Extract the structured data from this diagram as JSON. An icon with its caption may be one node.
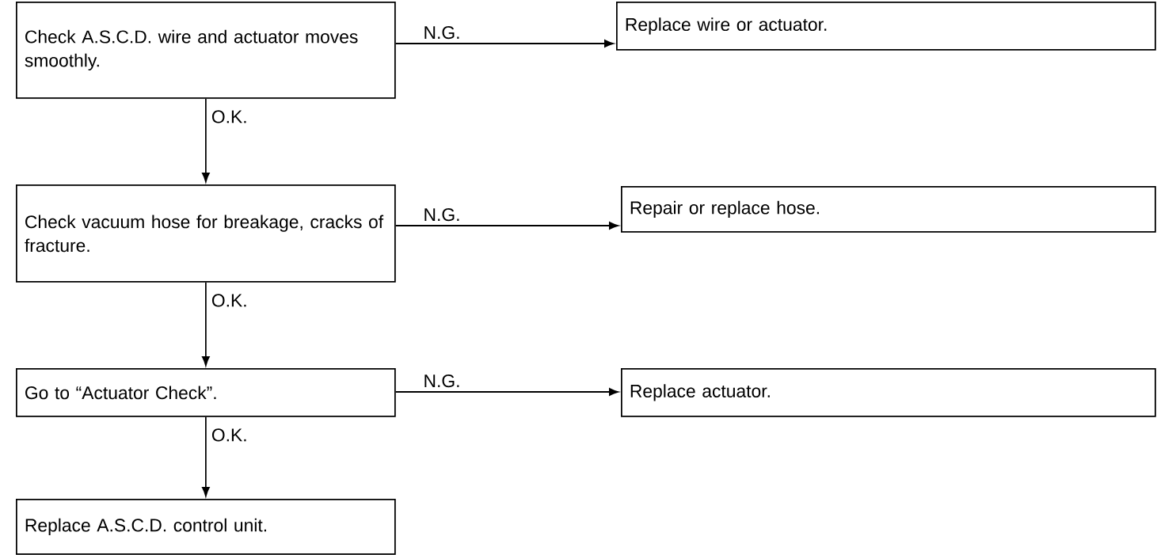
{
  "diagram": {
    "nodes": [
      {
        "text": [
          "Check A.S.C.D. wire and actuator moves smoothly."
        ]
      },
      {
        "text": [
          "Replace wire or actuator."
        ]
      },
      {
        "text": [
          "Check vacuum hose for breakage, cracks of fracture."
        ]
      },
      {
        "text": [
          "Repair or replace hose."
        ]
      },
      {
        "text": [
          "Go to “Actuator Check”."
        ]
      },
      {
        "text": [
          "Replace actuator."
        ]
      },
      {
        "text": [
          "Replace A.S.C.D. control unit."
        ]
      }
    ],
    "edges": [
      {
        "from": 0,
        "to": 1,
        "arrow": "to",
        "label": "N.G."
      },
      {
        "from": 0,
        "to": 2,
        "arrow": "to",
        "label": "O.K."
      },
      {
        "from": 2,
        "to": 3,
        "arrow": "to",
        "label": "N.G."
      },
      {
        "from": 2,
        "to": 4,
        "arrow": "to",
        "label": "O.K."
      },
      {
        "from": 4,
        "to": 5,
        "arrow": "to",
        "label": "N.G."
      },
      {
        "from": 4,
        "to": 6,
        "arrow": "to",
        "label": "O.K."
      }
    ]
  }
}
